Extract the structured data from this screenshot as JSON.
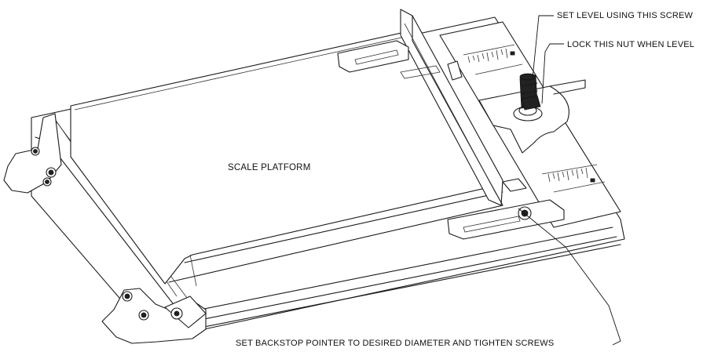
{
  "labels": {
    "platform": "SCALE PLATFORM",
    "set_level": "SET LEVEL USING THIS SCREW",
    "lock_nut": "LOCK THIS NUT WHEN LEVEL",
    "backstop": "SET BACKSTOP POINTER TO DESIRED DIAMETER AND TIGHTEN SCREWS"
  }
}
